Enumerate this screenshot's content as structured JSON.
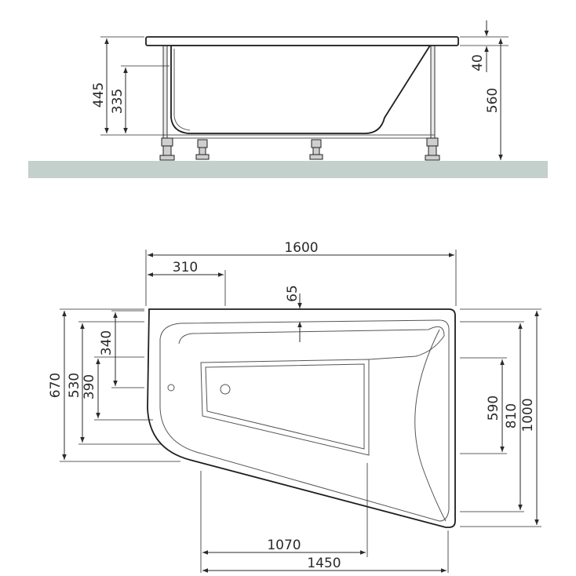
{
  "colors": {
    "floor": "#c4d0cc",
    "line": "#2a2a2a"
  },
  "side_view": {
    "dims": {
      "total_height": "445",
      "inner_depth": "335",
      "rim_thickness": "40",
      "height_with_frame": "560"
    }
  },
  "plan_view": {
    "dims": {
      "length": "1600",
      "left_offset": "310",
      "rim_width": "65",
      "left_inner_340": "340",
      "left_530": "530",
      "left_390": "390",
      "left_total": "670",
      "right_590": "590",
      "right_810": "810",
      "right_total": "1000",
      "bottom_1070": "1070",
      "bottom_1450": "1450"
    }
  }
}
